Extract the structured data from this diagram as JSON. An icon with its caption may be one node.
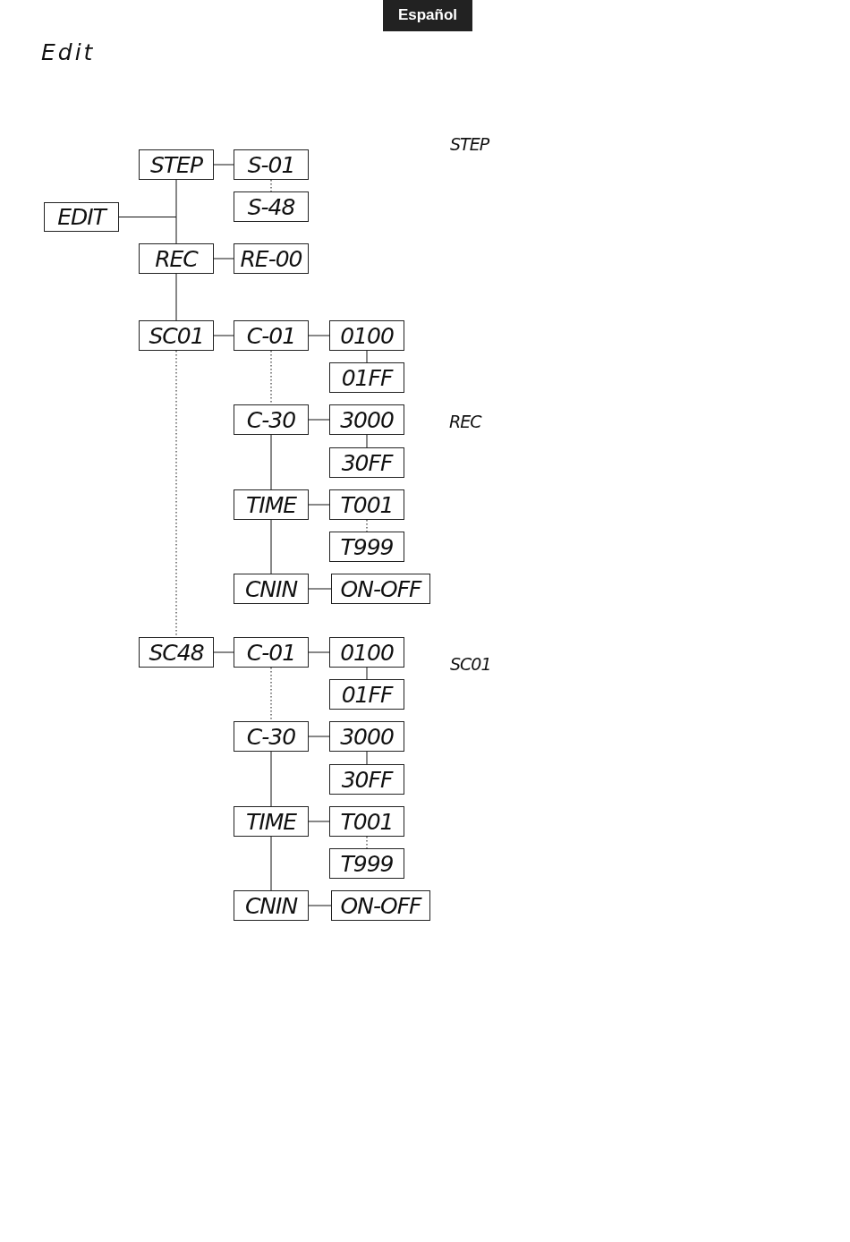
{
  "diagram": {
    "title": "Edit",
    "nodes": [
      {
        "text": [
          "EDIT"
        ]
      },
      {
        "text": [
          "STEP"
        ]
      },
      {
        "text": [
          "S-01"
        ]
      },
      {
        "text": [
          "S-48"
        ]
      },
      {
        "text": [
          "REC"
        ]
      },
      {
        "text": [
          "RE-00"
        ]
      },
      {
        "text": [
          "SC01"
        ]
      },
      {
        "text": [
          "C-01"
        ]
      },
      {
        "text": [
          "0100"
        ]
      },
      {
        "text": [
          "01FF"
        ]
      },
      {
        "text": [
          "C-30"
        ]
      },
      {
        "text": [
          "3000"
        ]
      },
      {
        "text": [
          "30FF"
        ]
      },
      {
        "text": [
          "TIME"
        ]
      },
      {
        "text": [
          "T001"
        ]
      },
      {
        "text": [
          "T999"
        ]
      },
      {
        "text": [
          "CNIN"
        ]
      },
      {
        "text": [
          "ON-OFF"
        ]
      },
      {
        "text": [
          "SC48"
        ]
      },
      {
        "text": [
          "C-01"
        ]
      },
      {
        "text": [
          "0100"
        ]
      },
      {
        "text": [
          "01FF"
        ]
      },
      {
        "text": [
          "C-30"
        ]
      },
      {
        "text": [
          "3000"
        ]
      },
      {
        "text": [
          "30FF"
        ]
      },
      {
        "text": [
          "TIME"
        ]
      },
      {
        "text": [
          "T001"
        ]
      },
      {
        "text": [
          "T999"
        ]
      },
      {
        "text": [
          "CNIN"
        ]
      },
      {
        "text": [
          "ON-OFF"
        ]
      }
    ],
    "edges": [
      {
        "from": 0,
        "to": 1,
        "arrow": "none"
      },
      {
        "from": 0,
        "to": 4,
        "arrow": "none"
      },
      {
        "from": 4,
        "to": 6,
        "arrow": "none"
      },
      {
        "from": 6,
        "to": 18,
        "arrow": "none",
        "style": "dashed"
      },
      {
        "from": 1,
        "to": 2,
        "arrow": "none"
      },
      {
        "from": 2,
        "to": 3,
        "arrow": "none",
        "style": "dashed"
      },
      {
        "from": 4,
        "to": 5,
        "arrow": "none"
      },
      {
        "from": 6,
        "to": 7,
        "arrow": "none"
      },
      {
        "from": 7,
        "to": 8,
        "arrow": "none"
      },
      {
        "from": 8,
        "to": 9,
        "arrow": "none"
      },
      {
        "from": 7,
        "to": 10,
        "arrow": "none",
        "style": "dashed"
      },
      {
        "from": 10,
        "to": 11,
        "arrow": "none"
      },
      {
        "from": 11,
        "to": 12,
        "arrow": "none"
      },
      {
        "from": 10,
        "to": 13,
        "arrow": "none"
      },
      {
        "from": 13,
        "to": 14,
        "arrow": "none"
      },
      {
        "from": 14,
        "to": 15,
        "arrow": "none",
        "style": "dashed"
      },
      {
        "from": 13,
        "to": 16,
        "arrow": "none"
      },
      {
        "from": 16,
        "to": 17,
        "arrow": "none"
      },
      {
        "from": 18,
        "to": 19,
        "arrow": "none"
      },
      {
        "from": 19,
        "to": 20,
        "arrow": "none"
      },
      {
        "from": 20,
        "to": 21,
        "arrow": "none"
      },
      {
        "from": 19,
        "to": 22,
        "arrow": "none",
        "style": "dashed"
      },
      {
        "from": 22,
        "to": 23,
        "arrow": "none"
      },
      {
        "from": 23,
        "to": 24,
        "arrow": "none"
      },
      {
        "from": 22,
        "to": 25,
        "arrow": "none"
      },
      {
        "from": 25,
        "to": 26,
        "arrow": "none"
      },
      {
        "from": 26,
        "to": 27,
        "arrow": "none",
        "style": "dashed"
      },
      {
        "from": 25,
        "to": 28,
        "arrow": "none"
      },
      {
        "from": 28,
        "to": 29,
        "arrow": "none"
      }
    ],
    "labels": [
      "Español",
      "STEP",
      "REC",
      "SC01"
    ]
  }
}
